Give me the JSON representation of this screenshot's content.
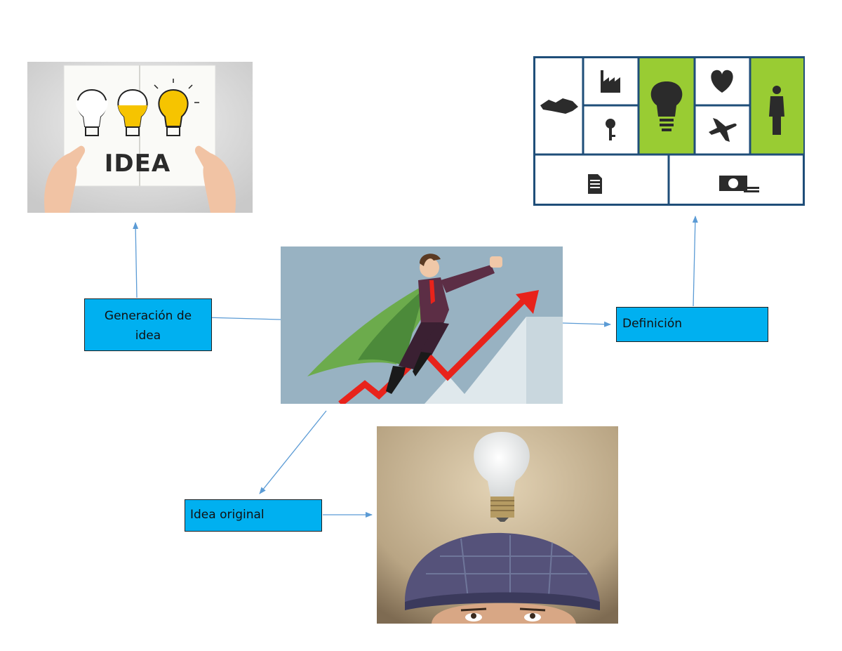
{
  "nodes": {
    "generacion": {
      "label_line1": "Generación de",
      "label_line2": "idea"
    },
    "definicion": {
      "label": "Definición"
    },
    "original": {
      "label": "Idea original"
    }
  },
  "images": {
    "idea_book": {
      "text": "IDEA"
    }
  },
  "colors": {
    "box_fill": "#00b0f0",
    "arrow": "#5b9bd5",
    "canvas_green": "#99cc33",
    "canvas_frame": "#1f4e79",
    "bulb_yellow": "#f6c400",
    "chart_red": "#e8231b"
  }
}
